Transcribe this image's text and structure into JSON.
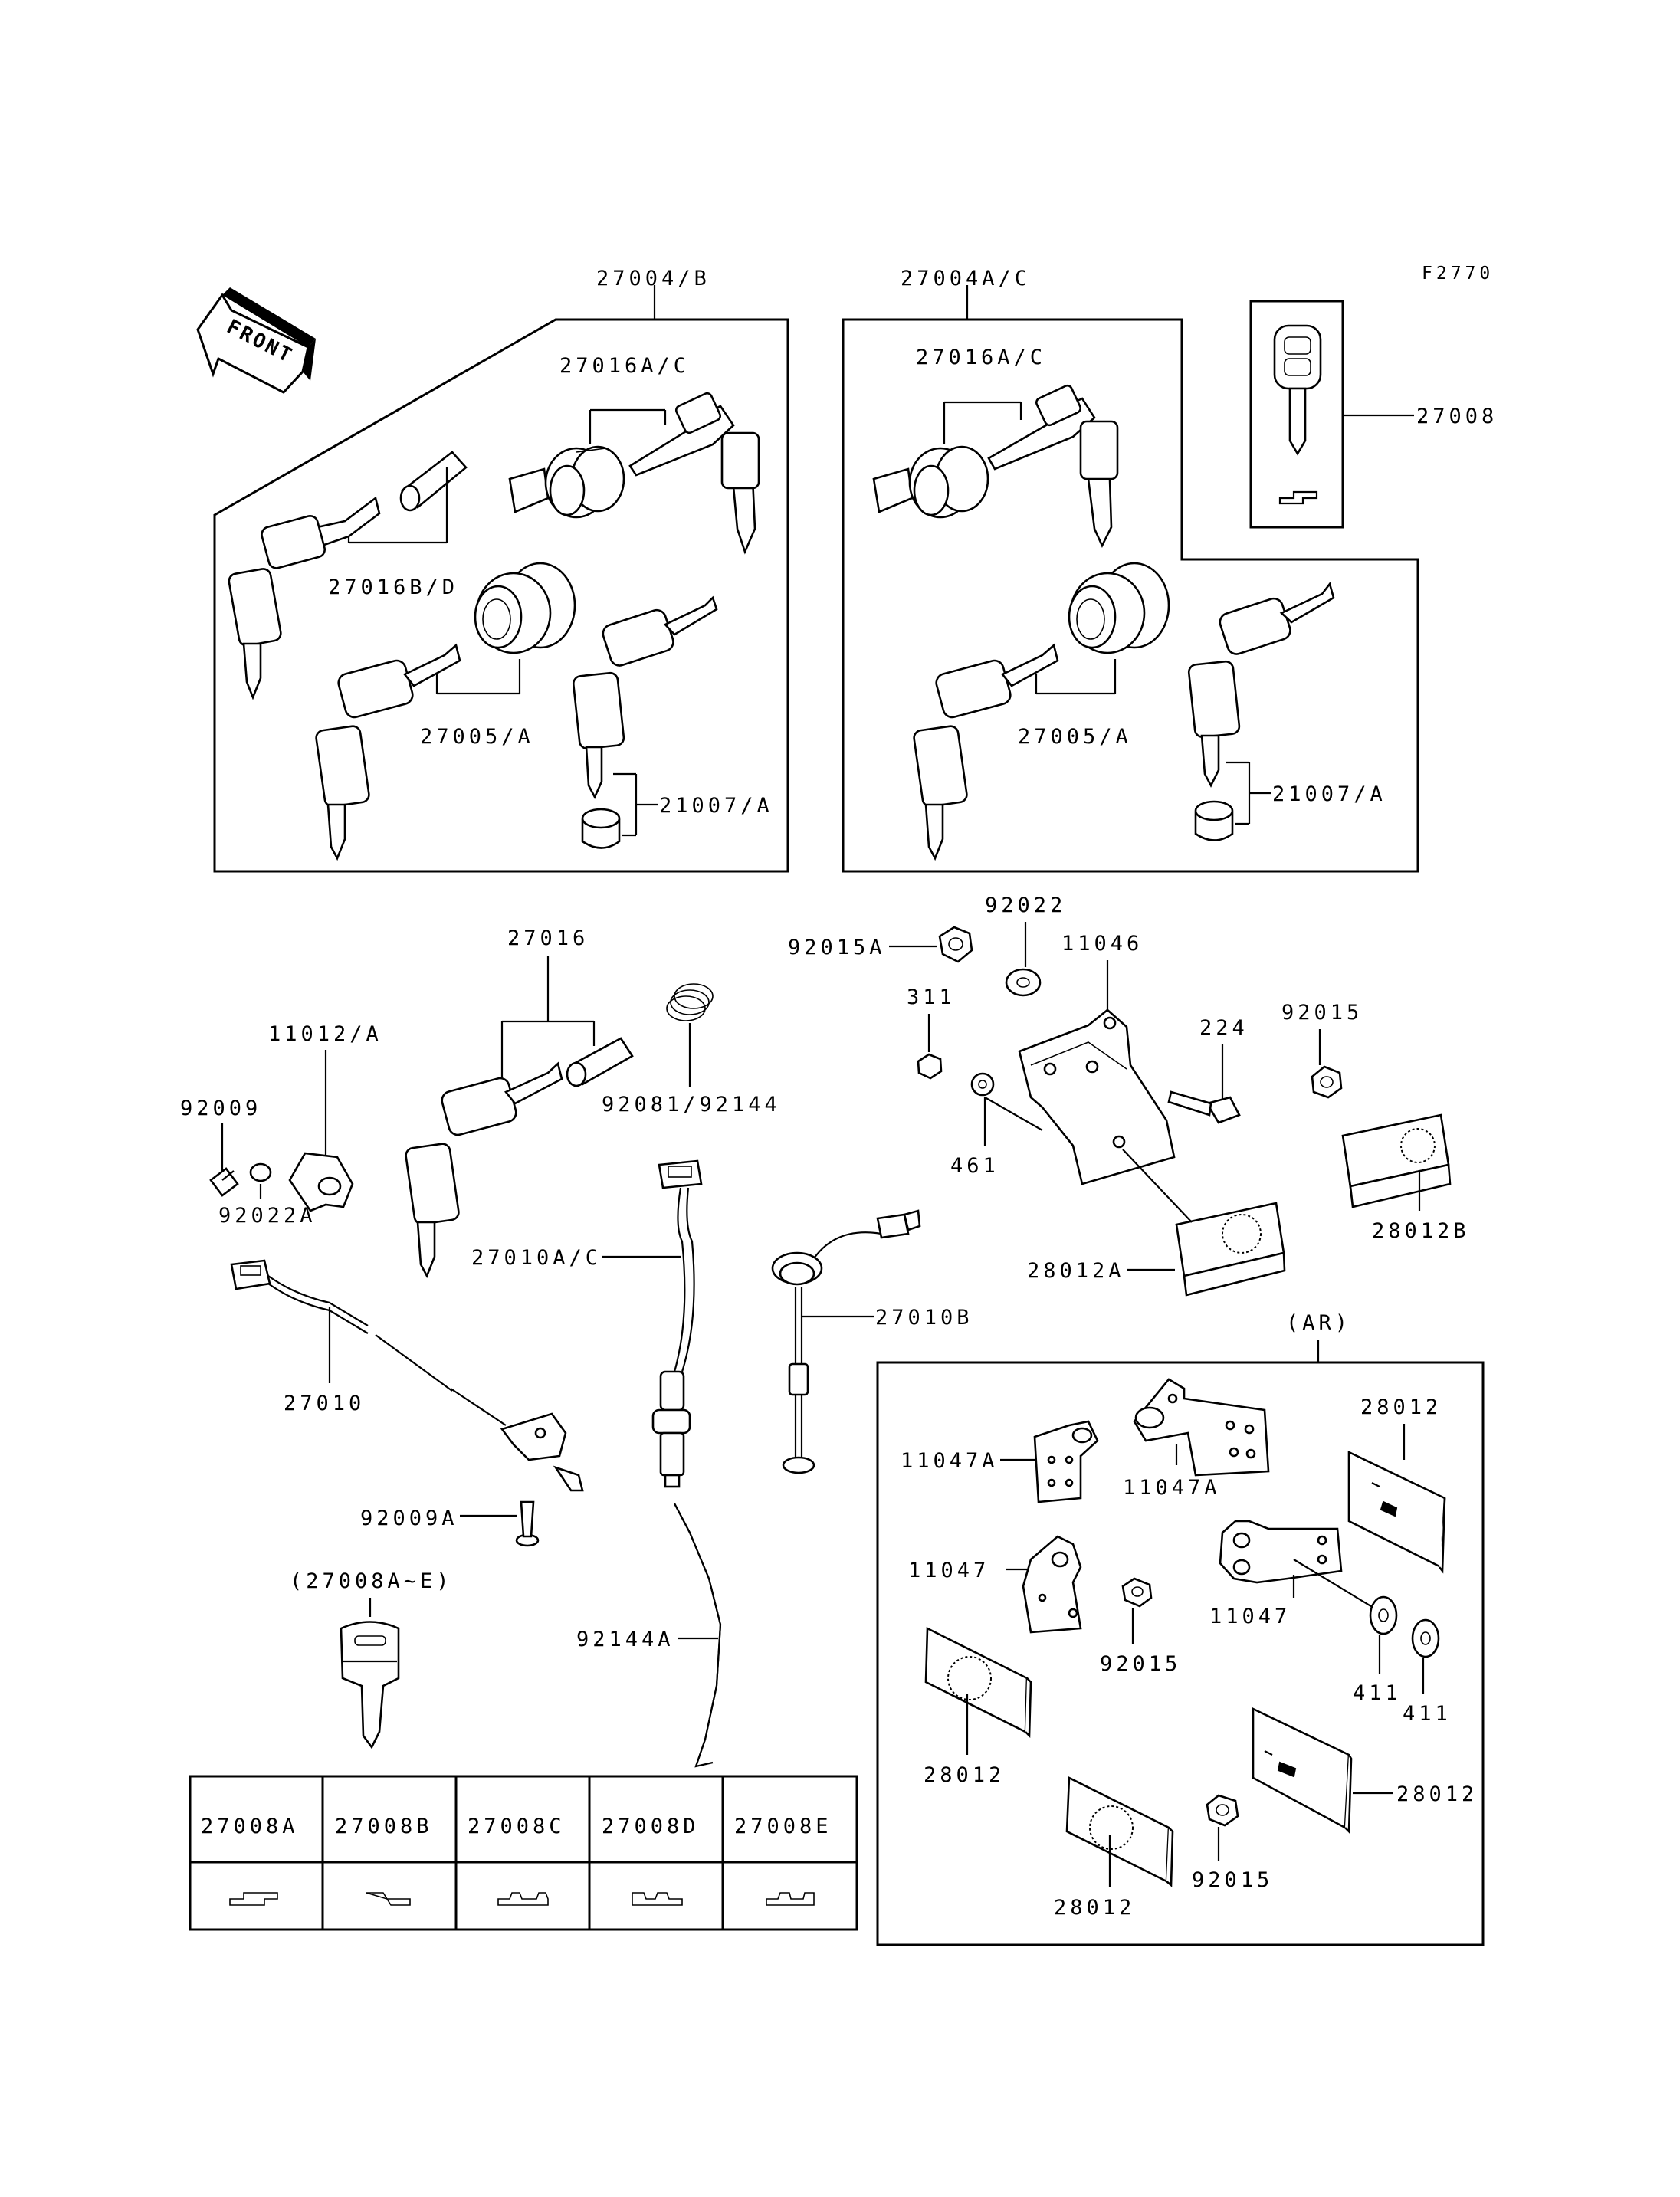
{
  "diagram": {
    "figure_code": "F2770",
    "front_label": "FRONT",
    "labels": {
      "kit_b": "27004/B",
      "kit_c": "27004A/C",
      "kit_b_cyl": "27016A/C",
      "kit_c_cyl": "27016A/C",
      "kit_b_key": "27016B/D",
      "kit_b_switch": "27005/A",
      "kit_c_switch": "27005/A",
      "kit_b_cap": "21007/A",
      "kit_c_cap": "21007/A",
      "key_blank": "27008",
      "lock_set": "27016",
      "spring": "92081/92144",
      "plate": "11012/A",
      "screw_a": "92009",
      "washer_a": "92022A",
      "switch_wire": "27010A/C",
      "switch_b": "27010B",
      "switch": "27010",
      "screw_b": "92009A",
      "rod": "92144A",
      "key_series": "(27008A~E)",
      "nut_a": "92015A",
      "washer_b": "92022",
      "nut_b": "311",
      "bracket": "11046",
      "bolt": "224",
      "washer_c": "461",
      "nut_c": "92015",
      "reflector_a": "28012A",
      "reflector_b": "28012B",
      "ar_header": "(AR)",
      "ar_reflector_1": "28012",
      "ar_bracket_a1": "11047A",
      "ar_bracket_a2": "11047A",
      "ar_bracket_1": "11047",
      "ar_bracket_2": "11047",
      "ar_nut_1": "92015",
      "ar_washer_1": "411",
      "ar_washer_2": "411",
      "ar_reflector_2": "28012",
      "ar_reflector_3": "28012",
      "ar_nut_2": "92015",
      "ar_reflector_4": "28012"
    },
    "key_table": {
      "headers": [
        "27008A",
        "27008B",
        "27008C",
        "27008D",
        "27008E"
      ]
    }
  }
}
